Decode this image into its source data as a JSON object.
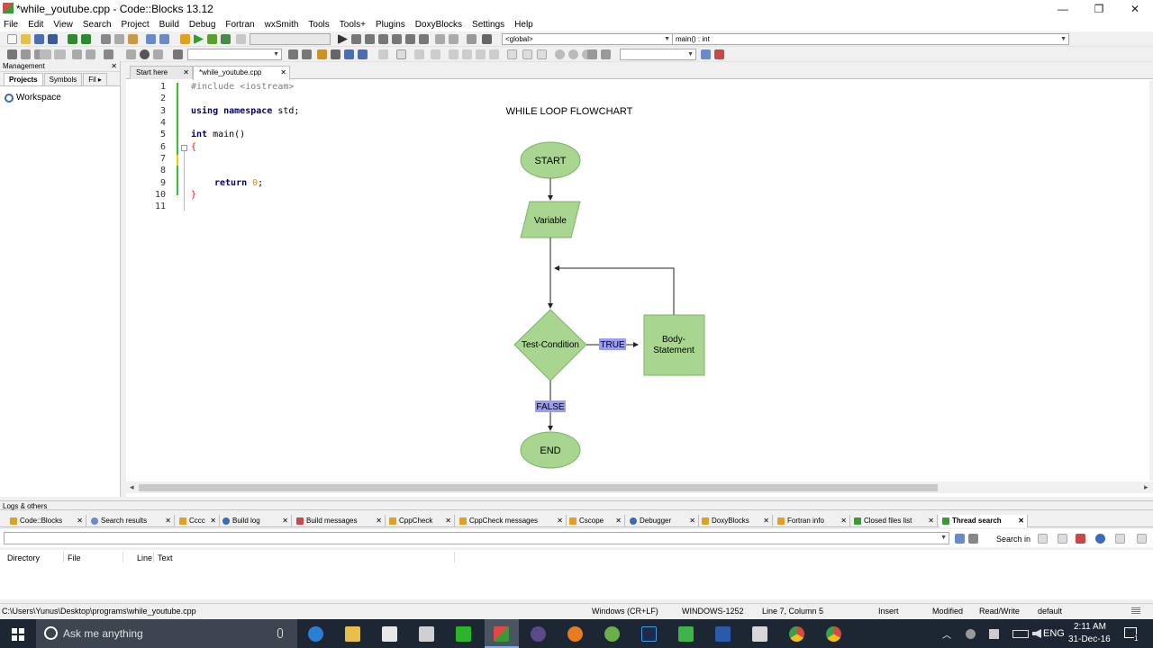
{
  "window": {
    "title": "*while_youtube.cpp - Code::Blocks 13.12",
    "minimize_glyph": "—",
    "restore_glyph": "❐",
    "close_glyph": "✕"
  },
  "menu": [
    "File",
    "Edit",
    "View",
    "Search",
    "Project",
    "Build",
    "Debug",
    "Fortran",
    "wxSmith",
    "Tools",
    "Tools+",
    "Plugins",
    "DoxyBlocks",
    "Settings",
    "Help"
  ],
  "toolbar": {
    "scope_combo": "<global>",
    "function_combo": "main() : int"
  },
  "management": {
    "title": "Management",
    "close": "✕",
    "tabs": [
      "Projects",
      "Symbols",
      "Fil ▸"
    ],
    "workspace": "Workspace"
  },
  "editor": {
    "tabs": [
      {
        "label": "Start here",
        "close": "✕"
      },
      {
        "label": "*while_youtube.cpp",
        "close": "✕"
      }
    ],
    "line_numbers": [
      "1",
      "2",
      "3",
      "4",
      "5",
      "6",
      "7",
      "8",
      "9",
      "10",
      "11"
    ]
  },
  "code": {
    "include": "#include <iostream>",
    "using_kw": "using namespace",
    "using_rest": " std;",
    "int_kw": "int",
    "main_rest": " main()",
    "open_brace": "{",
    "return_kw": "return",
    "return_val": " 0",
    "semi": ";",
    "close_brace": "}"
  },
  "flowchart": {
    "title": "WHILE LOOP FLOWCHART",
    "start": "START",
    "variable": "Variable",
    "test": "Test-Condition",
    "true_label": "TRUE",
    "body_line1": "Body-",
    "body_line2": "Statement",
    "false_label": "FALSE",
    "end": "END",
    "fill": "#a8d58f",
    "stroke": "#7fb36a",
    "label_bg": "#9a9cf5"
  },
  "logs": {
    "title": "Logs & others",
    "tabs": [
      "Code::Blocks",
      "Search results",
      "Cccc",
      "Build log",
      "Build messages",
      "CppCheck",
      "CppCheck messages",
      "Cscope",
      "Debugger",
      "DoxyBlocks",
      "Fortran info",
      "Closed files list",
      "Thread search"
    ],
    "search_in": "Search in",
    "columns": [
      "Directory",
      "File",
      "Line",
      "Text"
    ]
  },
  "status": {
    "path": "C:\\Users\\Yunus\\Desktop\\programs\\while_youtube.cpp",
    "eol": "Windows (CR+LF)",
    "encoding": "WINDOWS-1252",
    "position": "Line 7, Column 5",
    "mode": "Insert",
    "modified": "Modified",
    "rw": "Read/Write",
    "profile": "default"
  },
  "taskbar": {
    "search_placeholder": "Ask me anything",
    "lang": "ENG",
    "time": "2:11 AM",
    "date": "31-Dec-16",
    "notif_count": "1"
  }
}
